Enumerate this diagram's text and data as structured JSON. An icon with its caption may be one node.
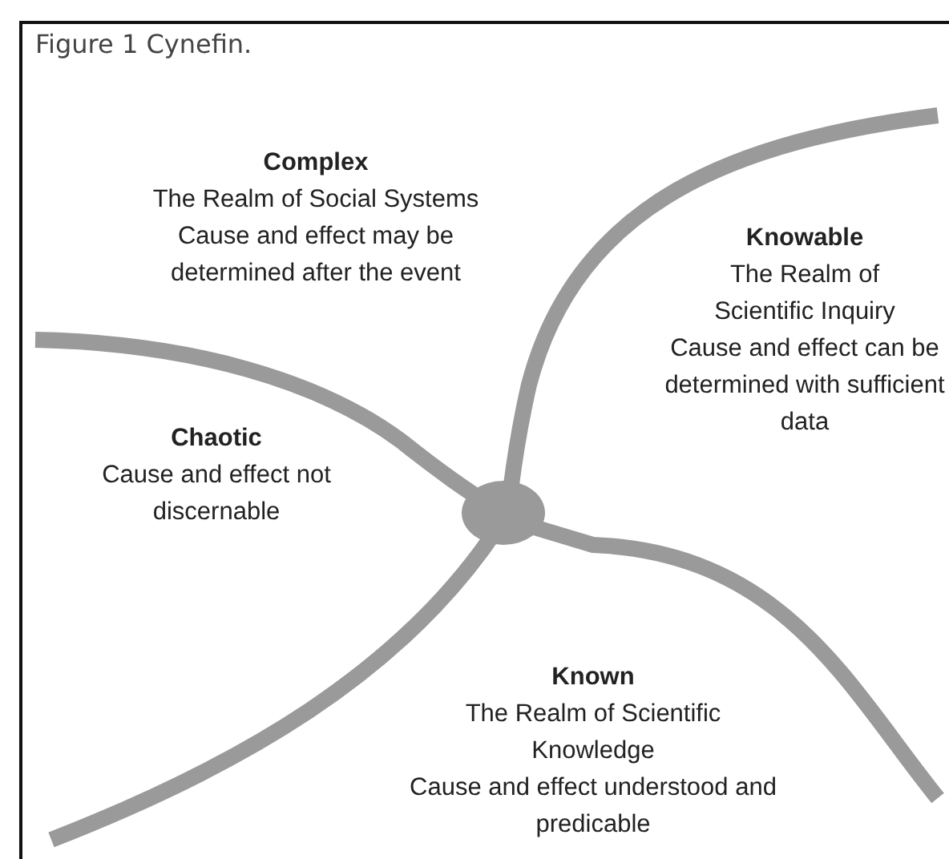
{
  "diagram": {
    "caption": "Figure 1 Cynefin.",
    "nodes": [
      {
        "text": [
          "Complex",
          "The Realm of Social Systems",
          "Cause and effect may be determined after the event"
        ]
      },
      {
        "text": [
          "Knowable",
          "The Realm of Scientific Inquiry",
          "Cause and effect can be determined with sufficient data"
        ]
      },
      {
        "text": [
          "Chaotic",
          "Cause and effect not discernable"
        ]
      },
      {
        "text": [
          "Known",
          "The Realm of Scientific Knowledge",
          "Cause and effect understood and predicable"
        ]
      }
    ],
    "edges": []
  }
}
